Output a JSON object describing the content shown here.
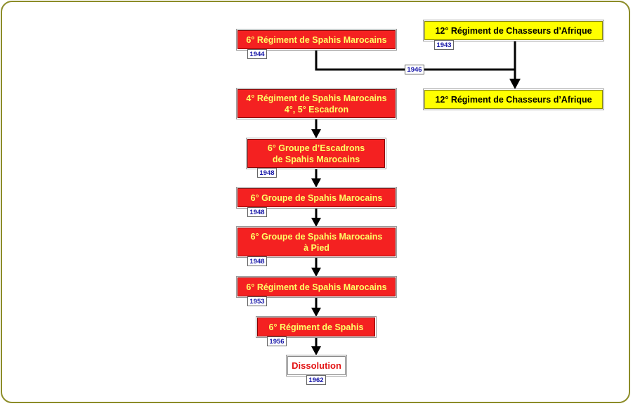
{
  "nodes": {
    "n6rsm_1944": "6° Régiment de Spahis Marocains",
    "n12rca_1943": "12° Régiment de Chasseurs d’Afrique",
    "n12rca_1946": "12° Régiment de Chasseurs d’Afrique",
    "n4rsm": "4° Régiment de Spahis Marocains\n4°, 5° Escadron",
    "n6gesm": "6° Groupe d’Escadrons\nde Spahis Marocains",
    "n6gsm": "6° Groupe de Spahis Marocains",
    "n6gsm_pied": "6° Groupe de Spahis Marocains\nà Pied",
    "n6rsm_1953": "6° Régiment de Spahis Marocains",
    "n6rs": "6° Régiment de Spahis",
    "dissolution": "Dissolution"
  },
  "years": {
    "y1944": "1944",
    "y1943": "1943",
    "y1946": "1946",
    "y1948a": "1948",
    "y1948b": "1948",
    "y1948c": "1948",
    "y1953": "1953",
    "y1956": "1956",
    "y1962": "1962"
  },
  "colors": {
    "red_box": "#f42121",
    "red_text": "#ffff66",
    "yellow_box": "#ffff00",
    "year_text": "#1616a8",
    "frame": "#8c8c28",
    "dissolution_text": "#e31414"
  }
}
